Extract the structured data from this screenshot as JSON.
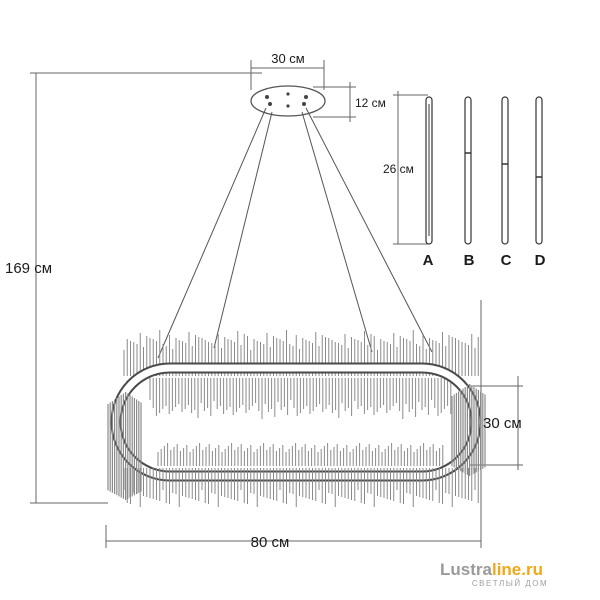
{
  "dimensions": {
    "canopy_width": "30 см",
    "canopy_height": "12 см",
    "total_height": "169 см",
    "rod_length": "26 см",
    "ring_height": "30 см",
    "ring_width": "80 см"
  },
  "rod_types": [
    "A",
    "B",
    "C",
    "D"
  ],
  "watermark": {
    "part1": "Lustra",
    "part2": "line.ru",
    "tagline": "СВЕТЛЫЙ ДОМ"
  },
  "colors": {
    "line": "#555555",
    "ring_fill": "#ffffff",
    "crystal": "#8a8a8a",
    "watermark_grey": "#9a9a9a",
    "watermark_accent": "#f0a818"
  }
}
